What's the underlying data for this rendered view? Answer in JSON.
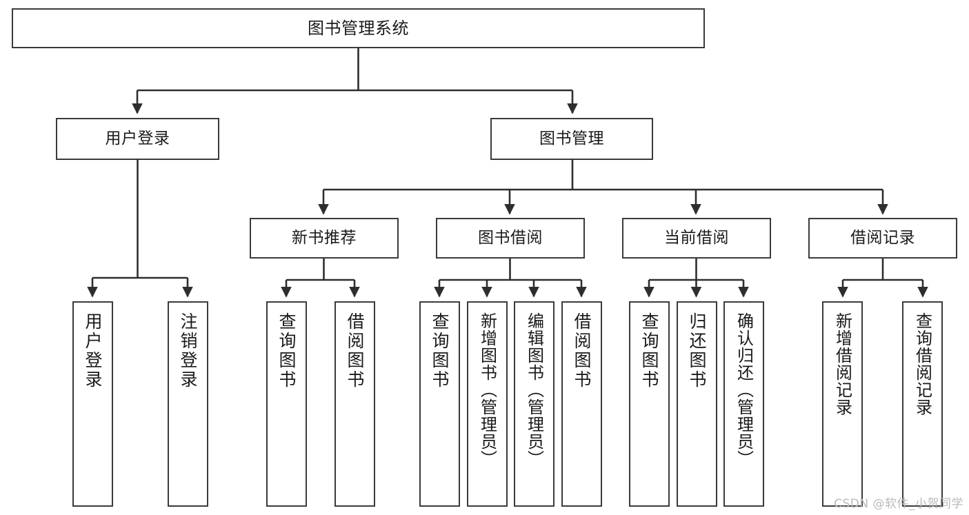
{
  "diagram": {
    "title": "图书管理系统",
    "type": "tree-hierarchy",
    "stroke_color": "#3a3a3a",
    "fill_color": "#ffffff",
    "text_color": "#1a1a1a",
    "nodes": {
      "root": {
        "label": "图书管理系统"
      },
      "level2": [
        {
          "id": "user-login",
          "label": "用户登录"
        },
        {
          "id": "book-manage",
          "label": "图书管理"
        }
      ],
      "level3": [
        {
          "id": "new-book-recommend",
          "label": "新书推荐"
        },
        {
          "id": "book-borrow",
          "label": "图书借阅"
        },
        {
          "id": "current-borrow",
          "label": "当前借阅"
        },
        {
          "id": "borrow-record",
          "label": "借阅记录"
        }
      ],
      "leaves": {
        "user-login": [
          {
            "id": "leaf-user-login",
            "label": "用户登录"
          },
          {
            "id": "leaf-logout-login",
            "label": "注销登录"
          }
        ],
        "new-book-recommend": [
          {
            "id": "leaf-query-book-1",
            "label": "查询图书"
          },
          {
            "id": "leaf-borrow-book-1",
            "label": "借阅图书"
          }
        ],
        "book-borrow": [
          {
            "id": "leaf-query-book-2",
            "label": "查询图书"
          },
          {
            "id": "leaf-add-book",
            "label": "新增图书（管理员）"
          },
          {
            "id": "leaf-edit-book",
            "label": "编辑图书（管理员）"
          },
          {
            "id": "leaf-borrow-book-2",
            "label": "借阅图书"
          }
        ],
        "current-borrow": [
          {
            "id": "leaf-query-book-3",
            "label": "查询图书"
          },
          {
            "id": "leaf-return-book",
            "label": "归还图书"
          },
          {
            "id": "leaf-confirm-return",
            "label": "确认归还（管理员）"
          }
        ],
        "borrow-record": [
          {
            "id": "leaf-add-record",
            "label": "新增借阅记录"
          },
          {
            "id": "leaf-query-record",
            "label": "查询借阅记录"
          }
        ]
      }
    },
    "watermark": "CSDN @软件_小贺同学"
  }
}
